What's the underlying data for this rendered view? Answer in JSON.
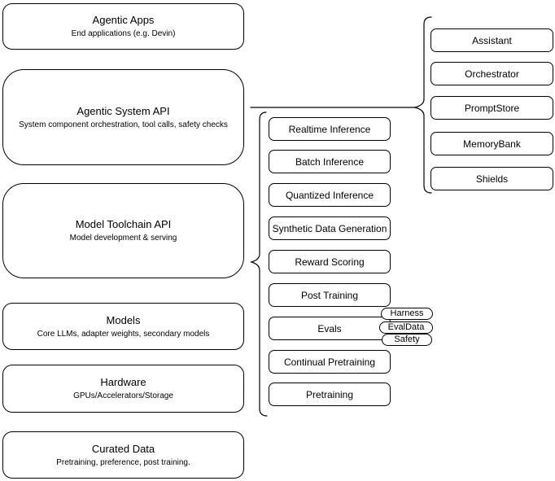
{
  "colors": {
    "background": "#ffffff",
    "node_fill": "#ffffff",
    "stroke": "#000000",
    "text": "#000000"
  },
  "left": {
    "items": [
      {
        "title": "Agentic Apps",
        "subtitle": "End applications (e.g. Devin)"
      },
      {
        "title": "Agentic System API",
        "subtitle": "System component orchestration, tool calls, safety checks"
      },
      {
        "title": "Model Toolchain API",
        "subtitle": "Model development & serving"
      },
      {
        "title": "Models",
        "subtitle": "Core LLMs, adapter weights, secondary models"
      },
      {
        "title": "Hardware",
        "subtitle": "GPUs/Accelerators/Storage"
      },
      {
        "title": "Curated Data",
        "subtitle": "Pretraining, preference, post training."
      }
    ]
  },
  "middle": {
    "items": [
      {
        "label": "Realtime Inference"
      },
      {
        "label": "Batch Inference"
      },
      {
        "label": "Quantized Inference"
      },
      {
        "label": "Synthetic Data Generation"
      },
      {
        "label": "Reward Scoring"
      },
      {
        "label": "Post Training"
      },
      {
        "label": "Evals"
      },
      {
        "label": "Continual Pretraining"
      },
      {
        "label": "Pretraining"
      }
    ]
  },
  "right": {
    "items": [
      {
        "label": "Assistant"
      },
      {
        "label": "Orchestrator"
      },
      {
        "label": "PromptStore"
      },
      {
        "label": "MemoryBank"
      },
      {
        "label": "Shields"
      }
    ]
  },
  "eval_tags": {
    "items": [
      {
        "label": "Harness"
      },
      {
        "label": "EvalData"
      },
      {
        "label": "Safety"
      }
    ]
  }
}
